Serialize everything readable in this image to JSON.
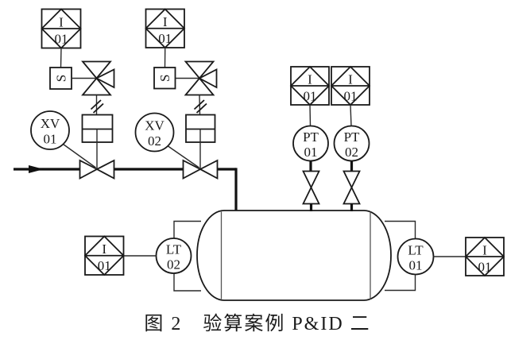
{
  "figure": {
    "caption": "图 2　验算案例 P&ID 二"
  },
  "colors": {
    "line": "#1a1a1a",
    "pipe": "#111111",
    "background": "#ffffff"
  },
  "instruments": {
    "dcs_xv01": {
      "line1": "I",
      "line2": "01"
    },
    "dcs_xv02": {
      "line1": "I",
      "line2": "01"
    },
    "dcs_pt01": {
      "line1": "I",
      "line2": "01"
    },
    "dcs_pt02": {
      "line1": "I",
      "line2": "01"
    },
    "dcs_lt02": {
      "line1": "I",
      "line2": "01"
    },
    "dcs_lt01": {
      "line1": "I",
      "line2": "01"
    },
    "solenoid_xv01": {
      "label": "S"
    },
    "solenoid_xv02": {
      "label": "S"
    },
    "xv01": {
      "line1": "XV",
      "line2": "01"
    },
    "xv02": {
      "line1": "XV",
      "line2": "02"
    },
    "pt01": {
      "line1": "PT",
      "line2": "01"
    },
    "pt02": {
      "line1": "PT",
      "line2": "02"
    },
    "lt02": {
      "line1": "LT",
      "line2": "02"
    },
    "lt01": {
      "line1": "LT",
      "line2": "01"
    }
  }
}
